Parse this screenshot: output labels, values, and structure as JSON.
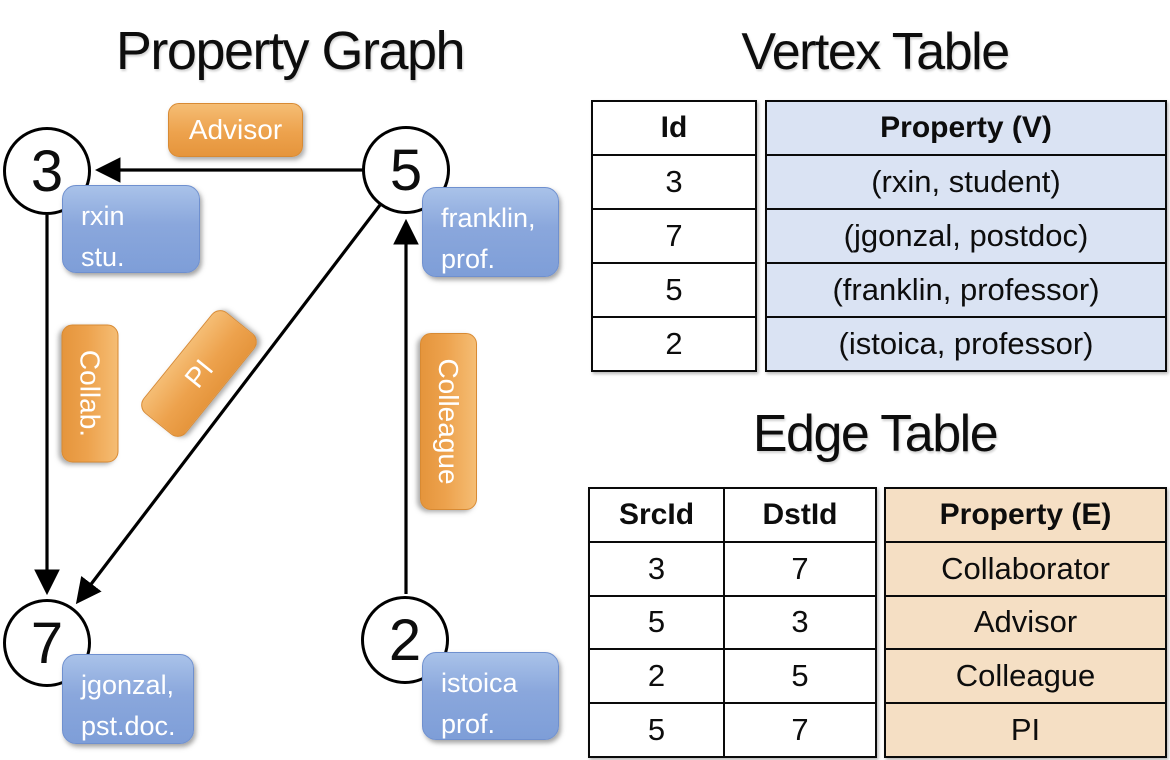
{
  "graph": {
    "title": "Property Graph",
    "nodes": [
      {
        "id": "3",
        "label_line1": "rxin",
        "label_line2": "stu."
      },
      {
        "id": "5",
        "label_line1": "franklin,",
        "label_line2": "prof."
      },
      {
        "id": "7",
        "label_line1": "jgonzal,",
        "label_line2": "pst.doc."
      },
      {
        "id": "2",
        "label_line1": "istoica",
        "label_line2": "prof."
      }
    ],
    "edge_labels": {
      "advisor": "Advisor",
      "collab": "Collab.",
      "pi": "PI",
      "colleague": "Colleague"
    }
  },
  "vertex_table": {
    "title": "Vertex Table",
    "columns": {
      "id": "Id",
      "property": "Property (V)"
    },
    "rows": [
      {
        "id": "3",
        "property": "(rxin, student)"
      },
      {
        "id": "7",
        "property": "(jgonzal, postdoc)"
      },
      {
        "id": "5",
        "property": "(franklin, professor)"
      },
      {
        "id": "2",
        "property": "(istoica, professor)"
      }
    ]
  },
  "edge_table": {
    "title": "Edge Table",
    "columns": {
      "src": "SrcId",
      "dst": "DstId",
      "property": "Property (E)"
    },
    "rows": [
      {
        "src": "3",
        "dst": "7",
        "property": "Collaborator"
      },
      {
        "src": "5",
        "dst": "3",
        "property": "Advisor"
      },
      {
        "src": "2",
        "dst": "5",
        "property": "Colleague"
      },
      {
        "src": "5",
        "dst": "7",
        "property": "PI"
      }
    ]
  },
  "colors": {
    "edge_label_fill": "#eda24d",
    "vertex_label_fill": "#8aa7dc",
    "vertex_property_bg": "#dae3f3",
    "edge_property_bg": "#f5dfc4",
    "line": "#000000"
  }
}
